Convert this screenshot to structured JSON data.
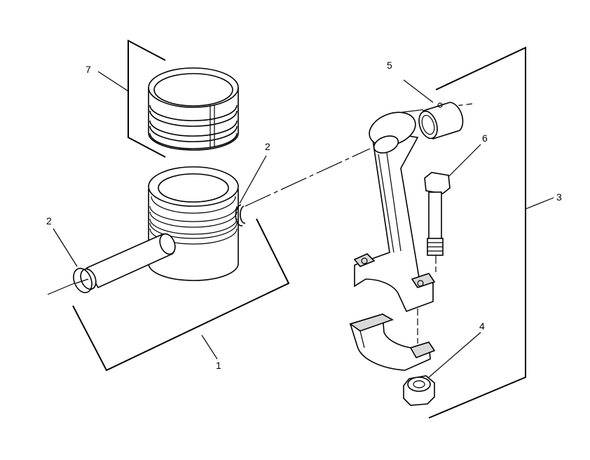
{
  "callouts": {
    "c1": "1",
    "c2a": "2",
    "c2b": "2",
    "c3": "3",
    "c4": "4",
    "c5": "5",
    "c6": "6",
    "c7": "7"
  },
  "colors": {
    "ink": "#000000",
    "shade": "#d9d9d9",
    "paper": "#ffffff"
  }
}
